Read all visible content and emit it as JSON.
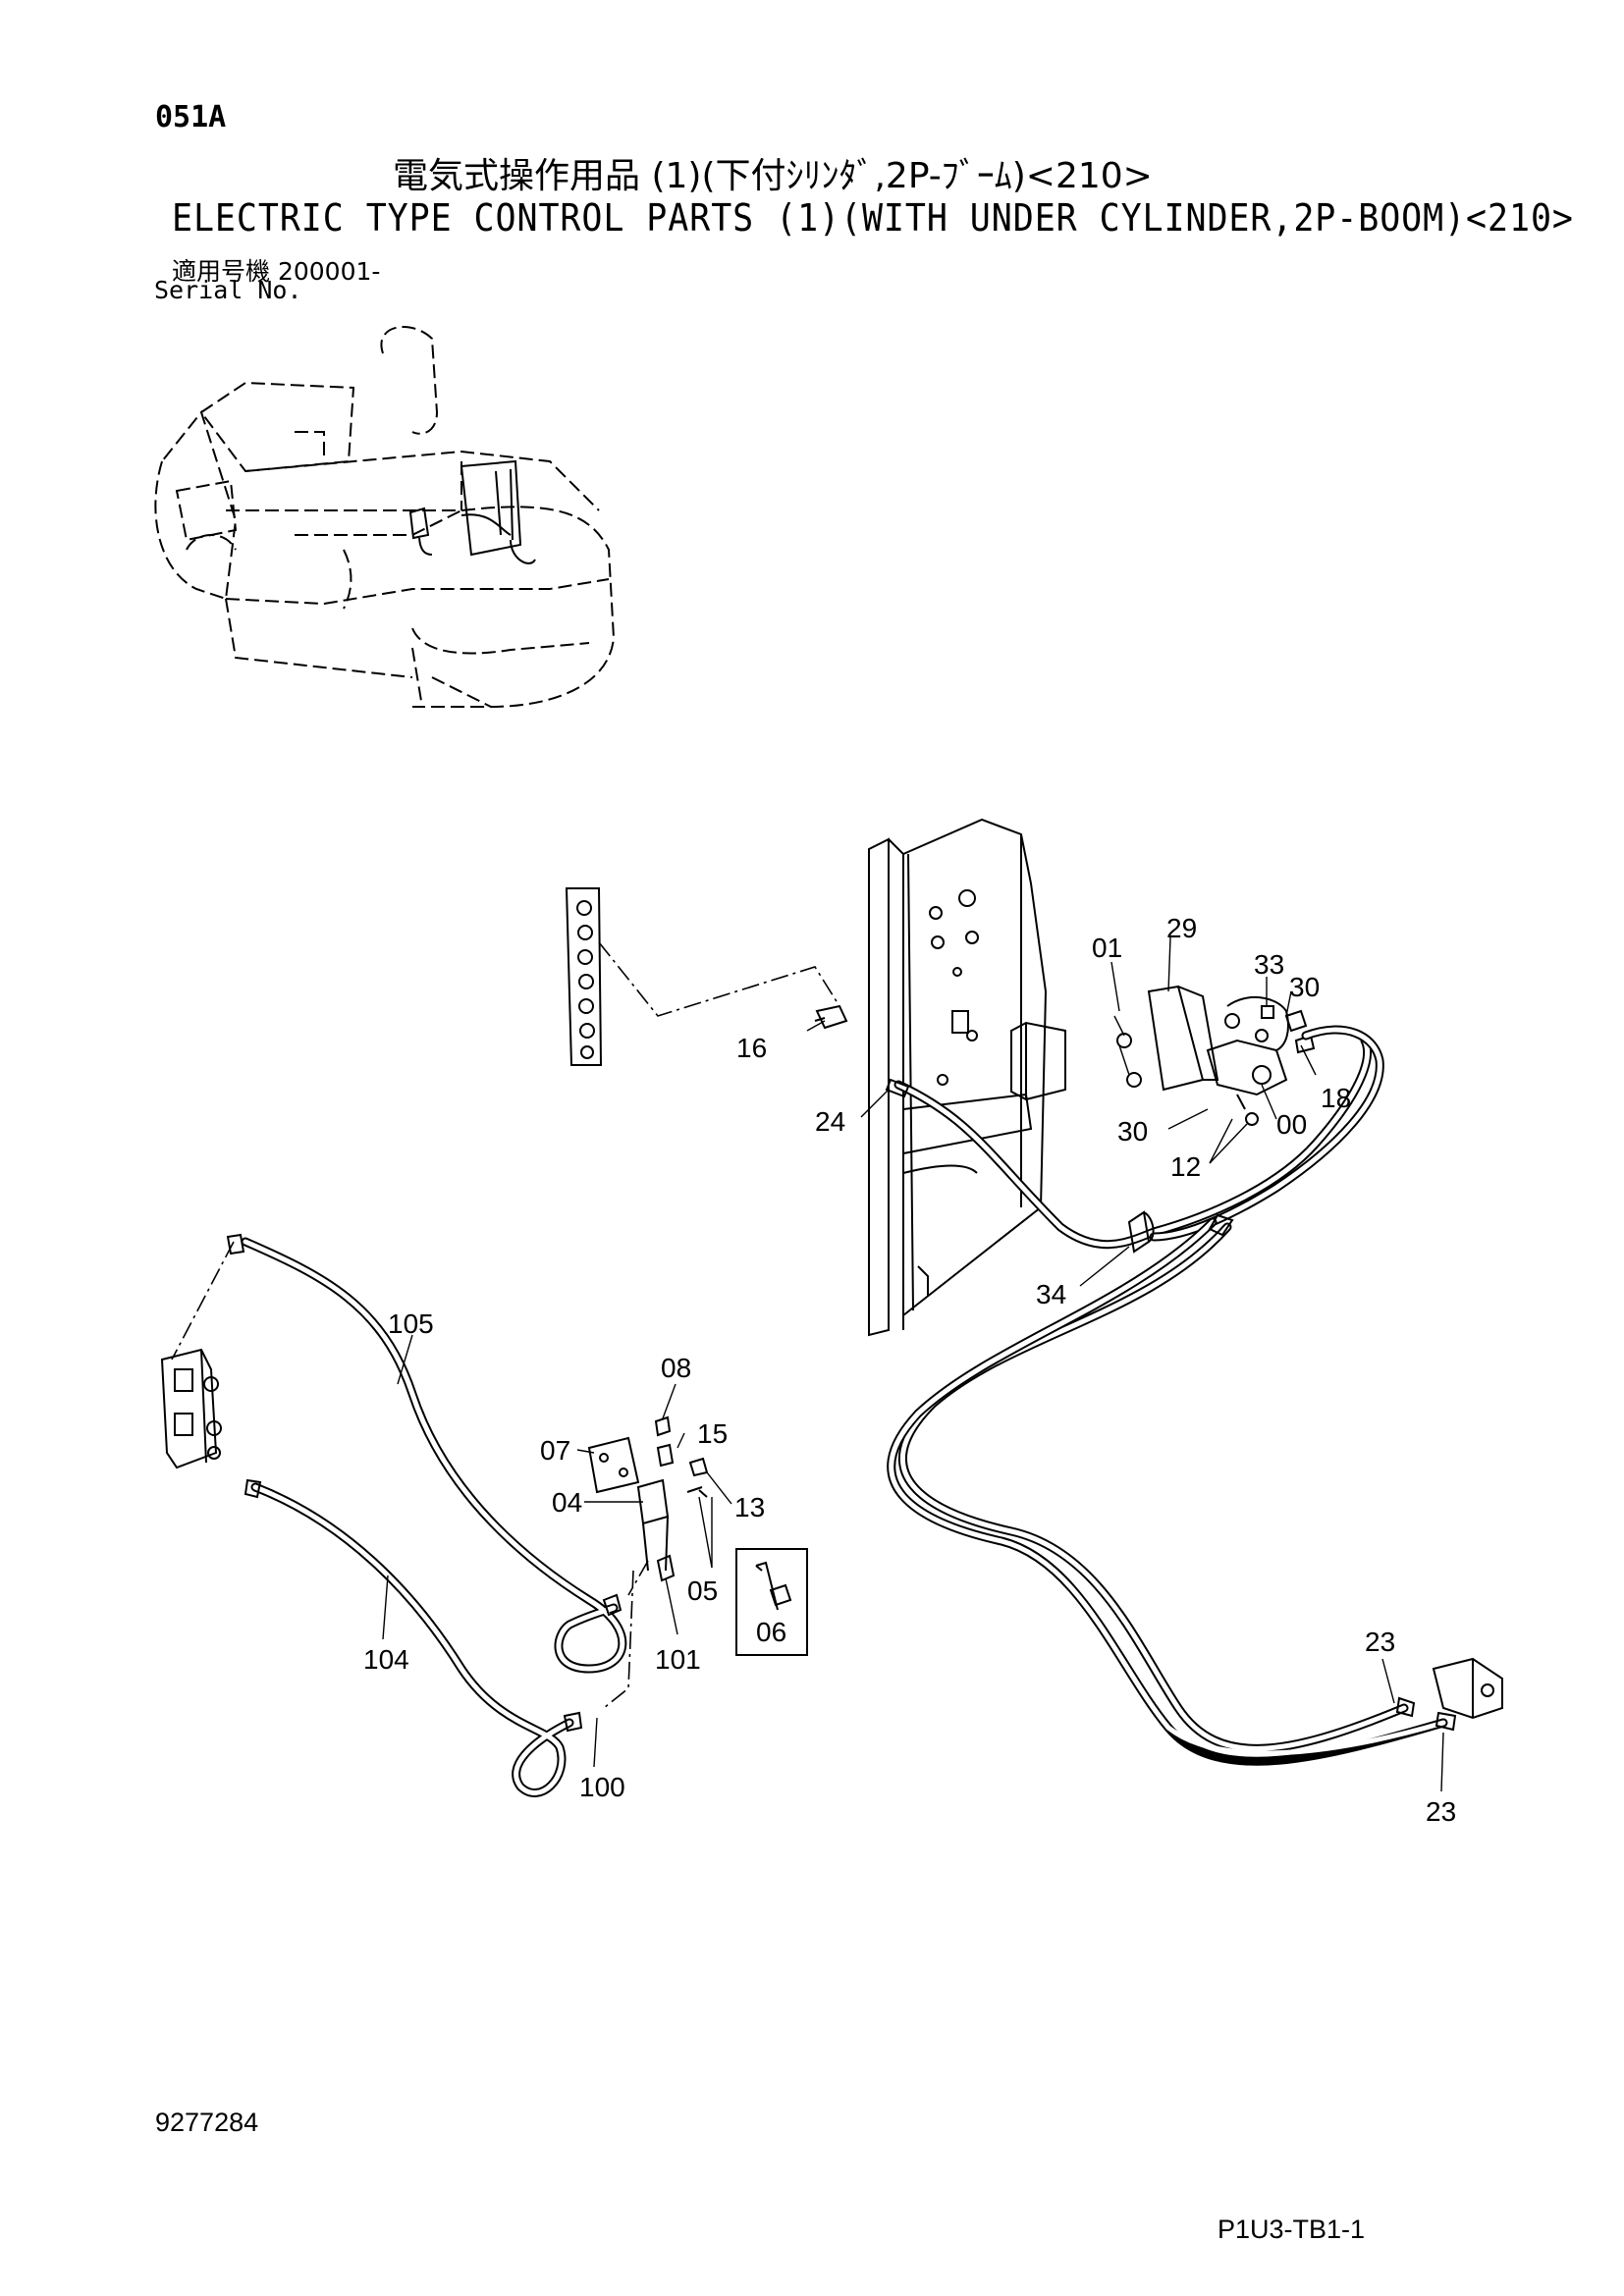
{
  "header": {
    "code": "051A",
    "title_jp": "電気式操作用品 (1)(下付ｼﾘﾝﾀﾞ,2P-ﾌﾞｰﾑ)<210>",
    "title_en": "ELECTRIC TYPE CONTROL PARTS (1)(WITH UNDER CYLINDER,2P-BOOM)<210>",
    "serial_label_jp": "適用号機  200001-",
    "serial_label_en": "Serial No."
  },
  "callouts": {
    "c01": "01",
    "c29": "29",
    "c33": "33",
    "c30a": "30",
    "c16": "16",
    "c18": "18",
    "c24": "24",
    "c30b": "30",
    "c00": "00",
    "c12": "12",
    "c34": "34",
    "c105": "105",
    "c08": "08",
    "c15": "15",
    "c07": "07",
    "c04": "04",
    "c13": "13",
    "c05": "05",
    "c06": "06",
    "c104": "104",
    "c101": "101",
    "c100": "100",
    "c23a": "23",
    "c23b": "23"
  },
  "footer": {
    "doc_number": "9277284",
    "page_code": "P1U3-TB1-1"
  }
}
